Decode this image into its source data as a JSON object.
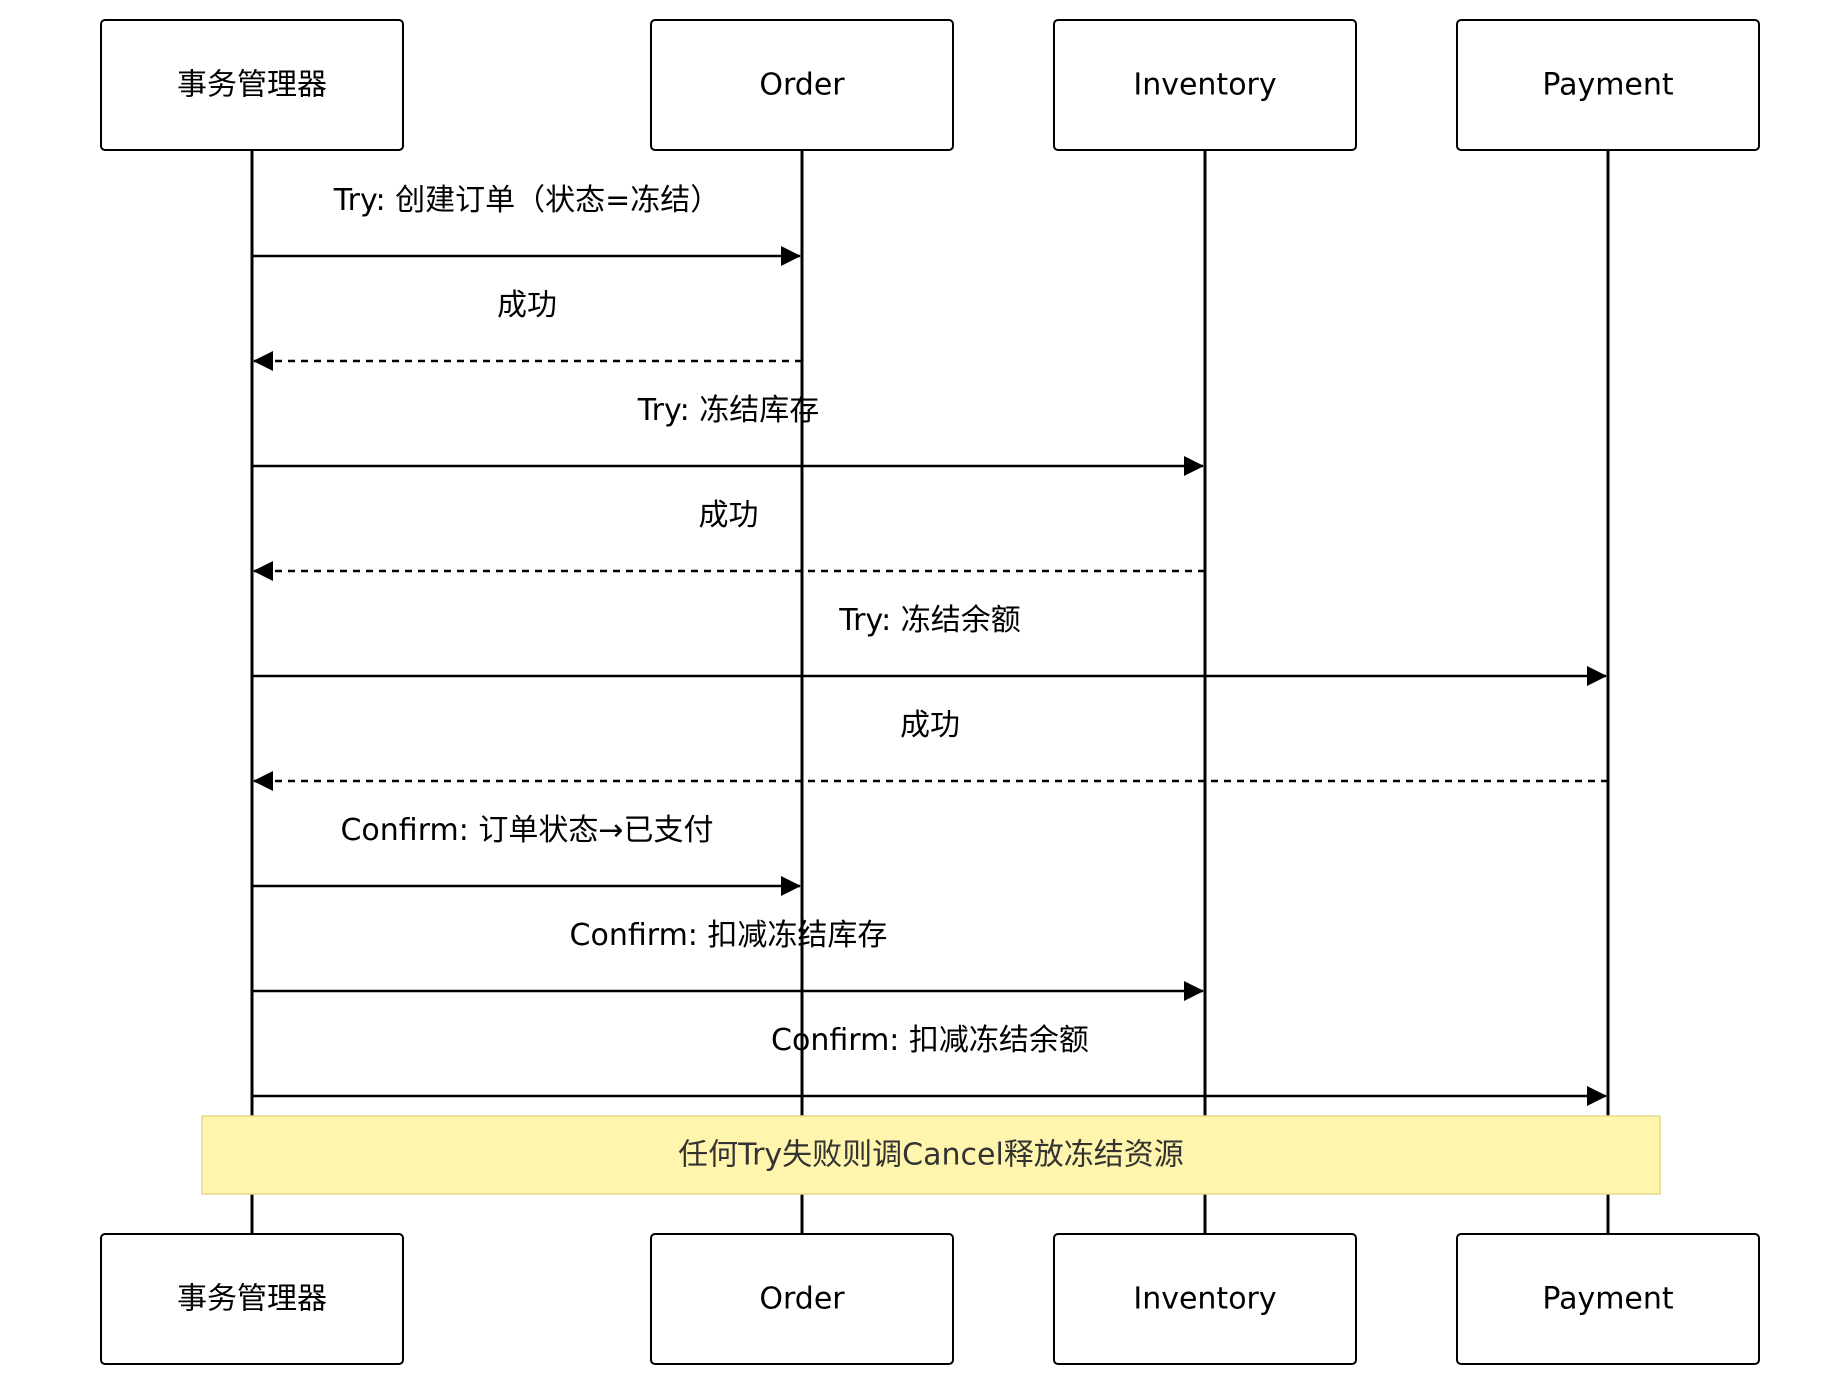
{
  "participants": [
    {
      "id": "tm",
      "label": "事务管理器"
    },
    {
      "id": "order",
      "label": "Order"
    },
    {
      "id": "inventory",
      "label": "Inventory"
    },
    {
      "id": "payment",
      "label": "Payment"
    }
  ],
  "messages": [
    {
      "from": "tm",
      "to": "order",
      "label": "Try: 创建订单（状态=冻结）",
      "style": "solid"
    },
    {
      "from": "order",
      "to": "tm",
      "label": "成功",
      "style": "dashed"
    },
    {
      "from": "tm",
      "to": "inventory",
      "label": "Try: 冻结库存",
      "style": "solid"
    },
    {
      "from": "inventory",
      "to": "tm",
      "label": "成功",
      "style": "dashed"
    },
    {
      "from": "tm",
      "to": "payment",
      "label": "Try: 冻结余额",
      "style": "solid"
    },
    {
      "from": "payment",
      "to": "tm",
      "label": "成功",
      "style": "dashed"
    },
    {
      "from": "tm",
      "to": "order",
      "label": "Confirm: 订单状态→已支付",
      "style": "solid"
    },
    {
      "from": "tm",
      "to": "inventory",
      "label": "Confirm: 扣减冻结库存",
      "style": "solid"
    },
    {
      "from": "tm",
      "to": "payment",
      "label": "Confirm: 扣减冻结余额",
      "style": "solid"
    }
  ],
  "note": {
    "text": "任何Try失败则调Cancel释放冻结资源",
    "color": "#fff5ad"
  }
}
